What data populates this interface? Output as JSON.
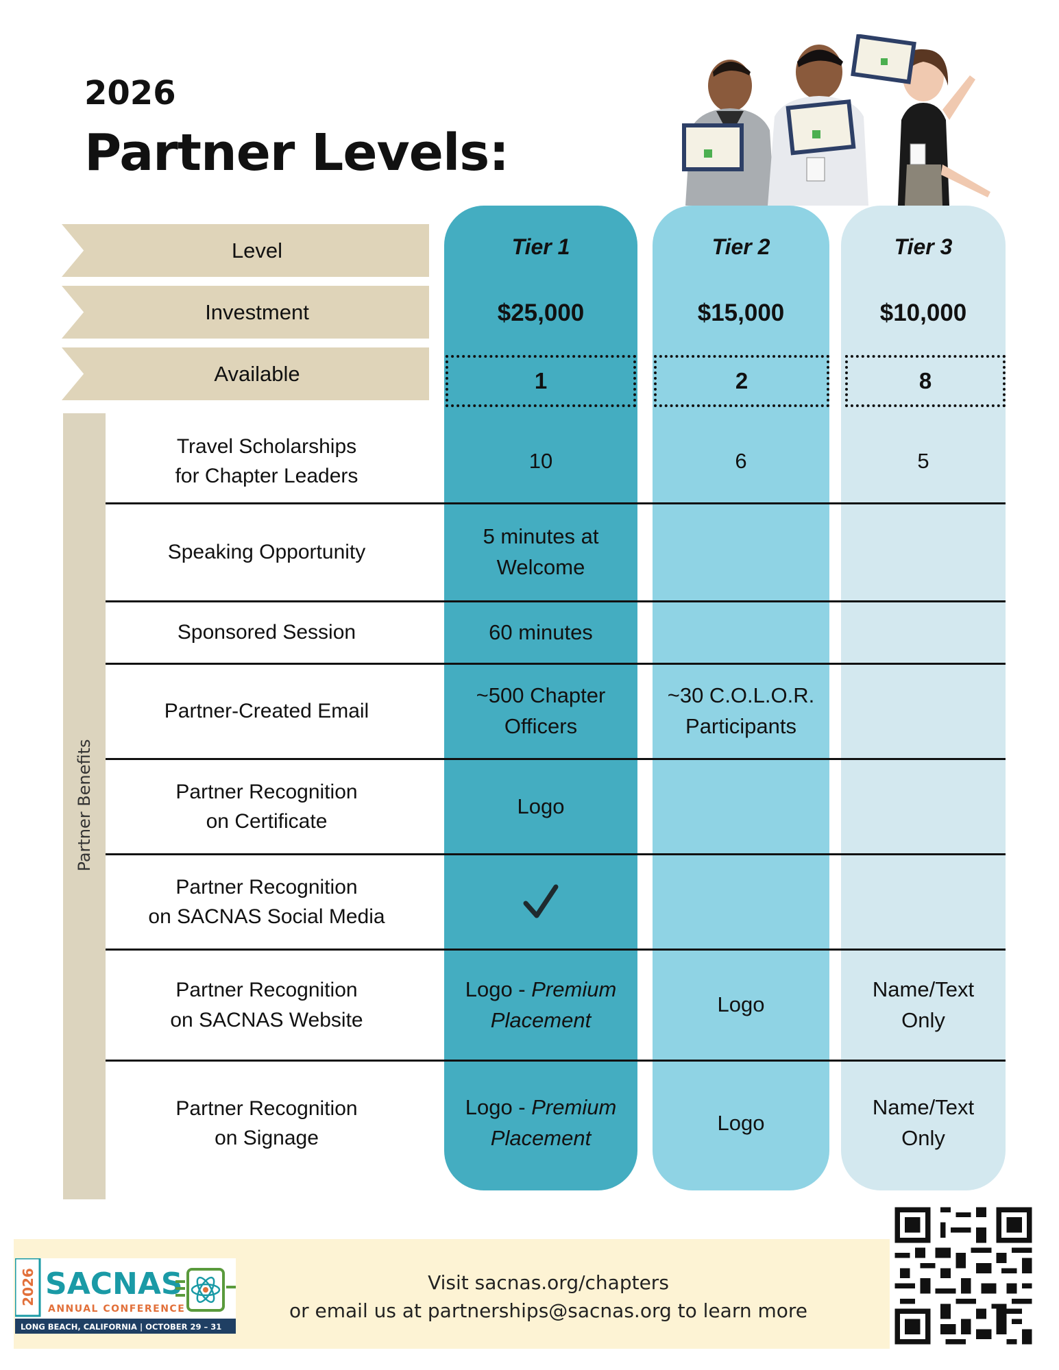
{
  "header": {
    "year": "2026",
    "title": "Partner Levels:"
  },
  "rows": {
    "level": "Level",
    "investment": "Investment",
    "available": "Available"
  },
  "tiers": [
    {
      "name": "Tier 1",
      "investment": "$25,000",
      "available": "1",
      "color": "#44adc1"
    },
    {
      "name": "Tier 2",
      "investment": "$15,000",
      "available": "2",
      "color": "#8fd3e4"
    },
    {
      "name": "Tier 3",
      "investment": "$10,000",
      "available": "8",
      "color": "#d3e8ef"
    }
  ],
  "benefits_label": "Partner Benefits",
  "benefits": [
    {
      "label_1": "Travel Scholarships",
      "label_2": "for Chapter Leaders",
      "tier1": "10",
      "tier2": "6",
      "tier3": "5"
    },
    {
      "label_1": "Speaking Opportunity",
      "tier1_1": "5 minutes at",
      "tier1_2": "Welcome"
    },
    {
      "label_1": "Sponsored Session",
      "tier1": "60 minutes"
    },
    {
      "label_1": "Partner-Created Email",
      "tier1_1": "~500 Chapter",
      "tier1_2": "Officers",
      "tier2_1": "~30 C.O.L.O.R.",
      "tier2_2": "Participants"
    },
    {
      "label_1": "Partner Recognition",
      "label_2": "on Certificate",
      "tier1": "Logo"
    },
    {
      "label_1": "Partner Recognition",
      "label_2": "on SACNAS Social Media",
      "tier1_icon": "checkmark-icon"
    },
    {
      "label_1": "Partner Recognition",
      "label_2": "on SACNAS Website",
      "tier1_a": "Logo - ",
      "tier1_b": "Premium",
      "tier1_c": "Placement",
      "tier2": "Logo",
      "tier3_1": "Name/Text",
      "tier3_2": "Only"
    },
    {
      "label_1": "Partner Recognition",
      "label_2": "on Signage",
      "tier1_a": "Logo - ",
      "tier1_b": "Premium",
      "tier1_c": "Placement",
      "tier2": "Logo",
      "tier3_1": "Name/Text",
      "tier3_2": "Only"
    }
  ],
  "footer": {
    "line_1": "Visit sacnas.org/chapters",
    "line_2": "or email us at partnerships@sacnas.org to learn more"
  },
  "logo": {
    "year": "2026",
    "name": "SACNAS",
    "subtitle": "ANNUAL CONFERENCE",
    "location": "LONG BEACH, CALIFORNIA | OCTOBER 29 – 31",
    "colors": {
      "teal": "#1a9aa6",
      "orange": "#e2703a",
      "green": "#5a9a3c",
      "navy": "#1f3f63"
    }
  },
  "qr_icon": "qr-code-icon"
}
